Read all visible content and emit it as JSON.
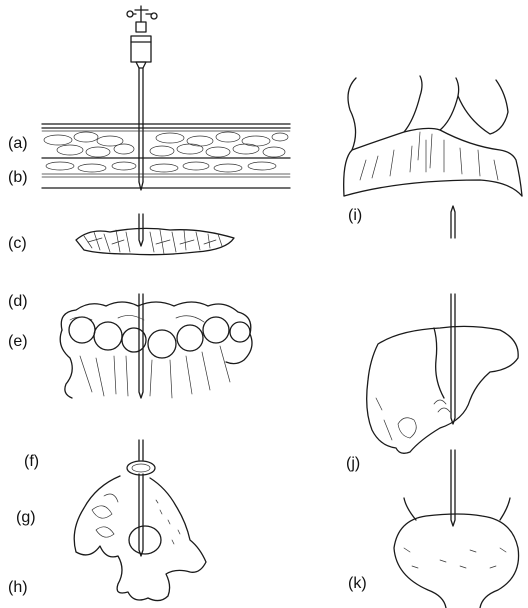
{
  "labels": {
    "a": "(a)",
    "b": "(b)",
    "c": "(c)",
    "d": "(d)",
    "e": "(e)",
    "f": "(f)",
    "g": "(g)",
    "h": "(h)",
    "i": "(i)",
    "j": "(j)",
    "k": "(k)"
  },
  "colors": {
    "ink": "#1a1a1a",
    "background": "#ffffff"
  }
}
